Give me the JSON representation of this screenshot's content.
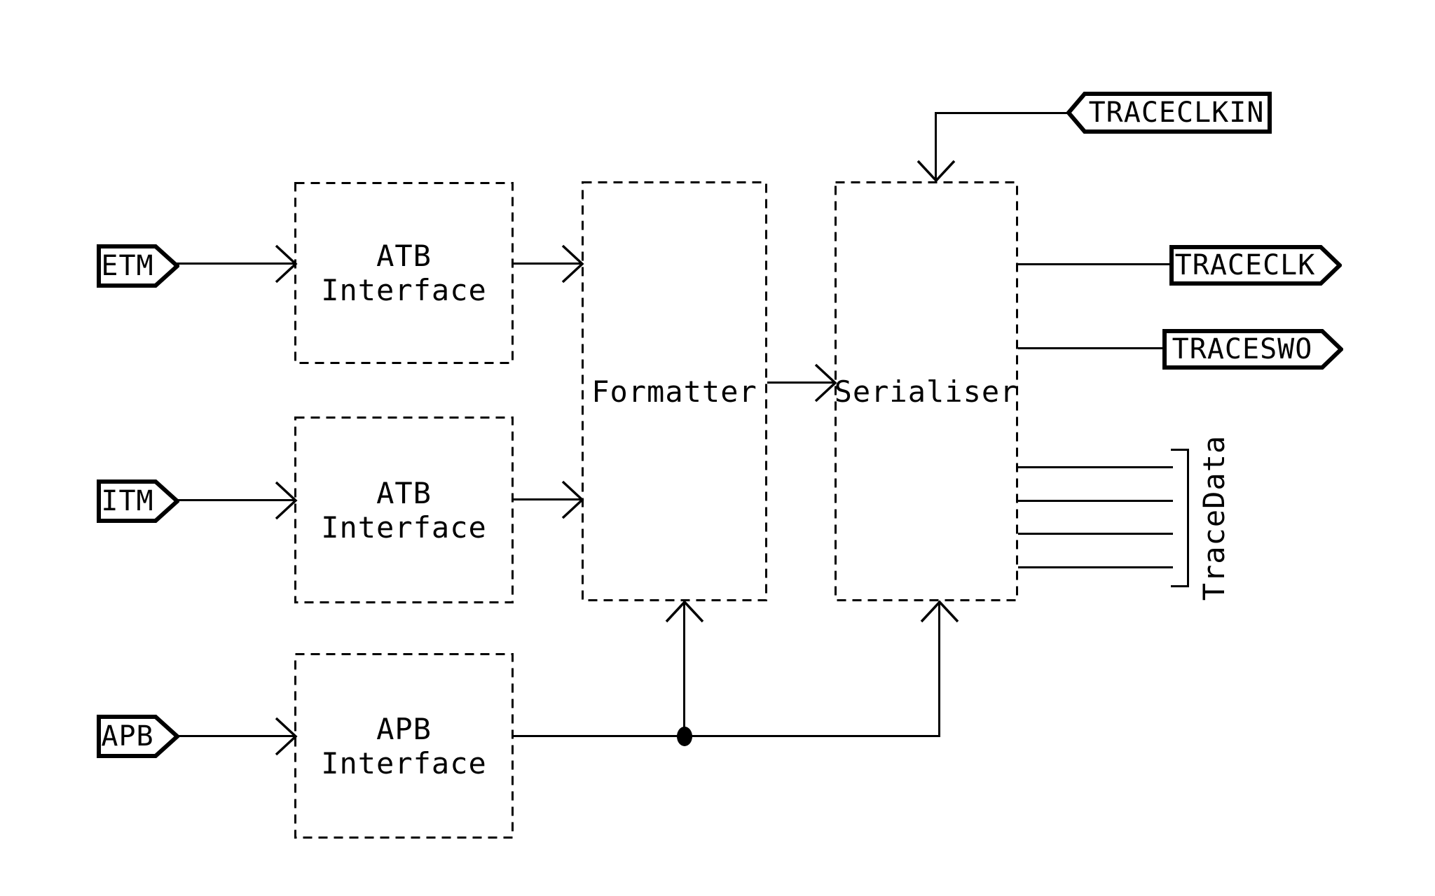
{
  "diagram": {
    "background": "#ffffff",
    "line_color": "#000000",
    "blocks": {
      "atb_interface_1": {
        "line1": "ATB",
        "line2": "Interface"
      },
      "atb_interface_2": {
        "line1": "ATB",
        "line2": "Interface"
      },
      "apb_interface": {
        "line1": "APB",
        "line2": "Interface"
      },
      "formatter": {
        "label": "Formatter"
      },
      "serialiser": {
        "label": "Serialiser"
      }
    },
    "ports": {
      "etm": {
        "label": "ETM",
        "direction": "input"
      },
      "itm": {
        "label": "ITM",
        "direction": "input"
      },
      "apb": {
        "label": "APB",
        "direction": "input"
      },
      "traceclkin": {
        "label": "TRACECLKIN",
        "direction": "input"
      },
      "traceclk": {
        "label": "TRACECLK",
        "direction": "output"
      },
      "traceswo": {
        "label": "TRACESWO",
        "direction": "output"
      },
      "tracedata": {
        "label": "TraceData",
        "direction": "output-bus",
        "bus_lines": 4
      }
    }
  }
}
